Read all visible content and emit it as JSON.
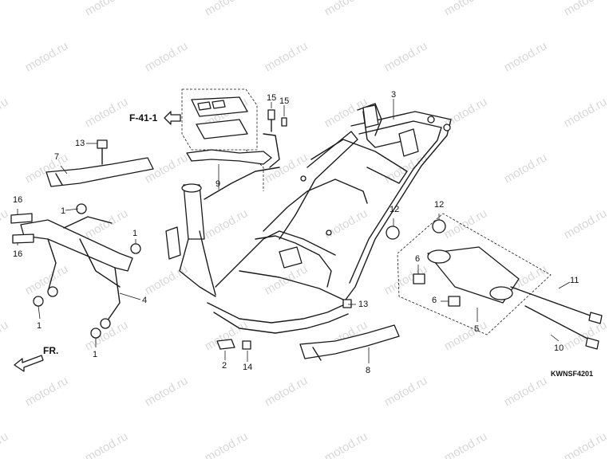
{
  "watermark": "motod.ru",
  "diagram_code": "KWNSF4201",
  "reference": "F-41-1",
  "front_marker": "FR.",
  "callouts": [
    "1",
    "1",
    "1",
    "1",
    "2",
    "3",
    "4",
    "5",
    "6",
    "6",
    "7",
    "8",
    "9",
    "10",
    "11",
    "12",
    "12",
    "13",
    "13",
    "14",
    "15",
    "15",
    "16",
    "16"
  ]
}
